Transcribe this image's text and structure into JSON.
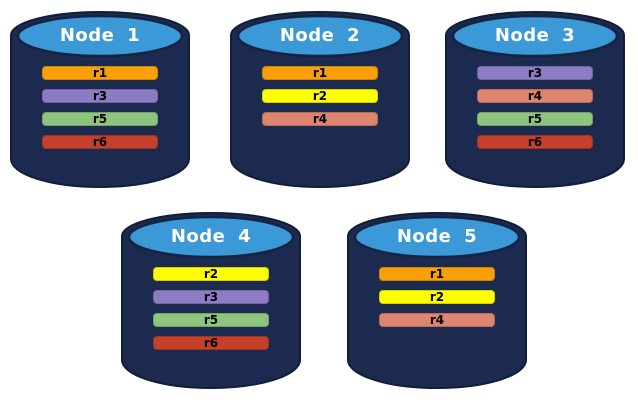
{
  "style": {
    "cylinder_body_color": "#1B2A4E",
    "cylinder_top_color": "#3A99D6",
    "cylinder_outline_color": "#111E3A",
    "node_title_color": "#FFFFFF",
    "bar_label_color": "#000000",
    "background_color": "#FFFFFF"
  },
  "replica_colors": {
    "r1": "#F9A008",
    "r2": "#FFFF00",
    "r3": "#8C7CC4",
    "r4": "#DE8570",
    "r5": "#8EC57D",
    "r6": "#C4402A"
  },
  "nodes": [
    {
      "title": "Node 1",
      "replicas": [
        "r1",
        "r3",
        "r5",
        "r6"
      ]
    },
    {
      "title": "Node 2",
      "replicas": [
        "r1",
        "r2",
        "r4"
      ]
    },
    {
      "title": "Node 3",
      "replicas": [
        "r3",
        "r4",
        "r5",
        "r6"
      ]
    },
    {
      "title": "Node 4",
      "replicas": [
        "r2",
        "r3",
        "r5",
        "r6"
      ]
    },
    {
      "title": "Node 5",
      "replicas": [
        "r1",
        "r2",
        "r4"
      ]
    }
  ]
}
